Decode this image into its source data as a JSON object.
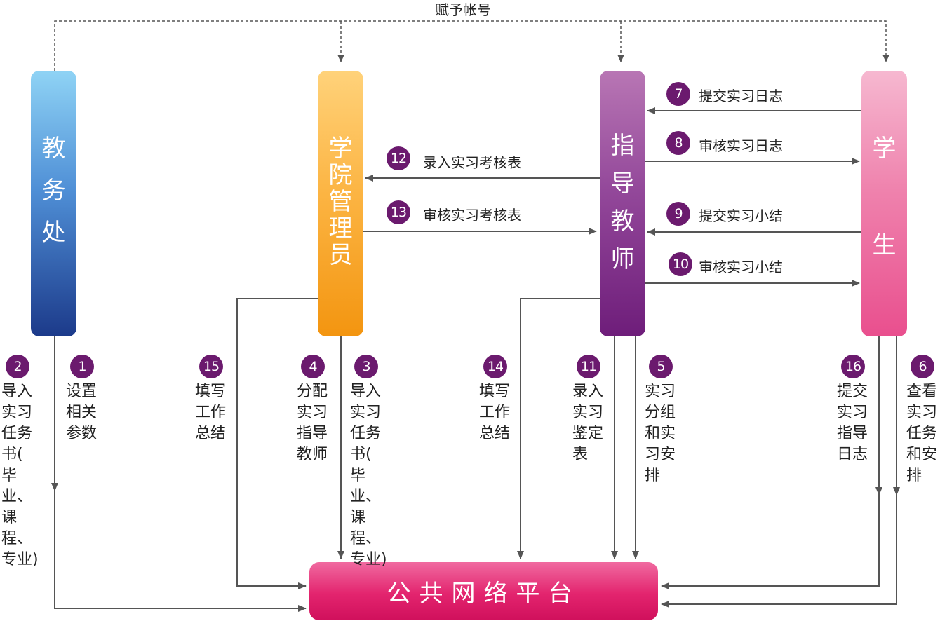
{
  "top_label": "赋予帐号",
  "actors": {
    "jwc": "教务处",
    "xy": "学院管理员",
    "js": "指导教师",
    "xs": "学生"
  },
  "platform": "公共网络平台",
  "steps": [
    {
      "num": "1",
      "text": "设置\n相关\n参数"
    },
    {
      "num": "2",
      "text": "导入\n实习\n任务\n书(\n毕业、\n课程、\n专业)"
    },
    {
      "num": "3",
      "text": "导入\n实习\n任务\n书(\n毕业、\n课程、\n专业)"
    },
    {
      "num": "4",
      "text": "分配\n实习\n指导\n教师"
    },
    {
      "num": "5",
      "text": "实习\n分组\n和实\n习安\n排"
    },
    {
      "num": "6",
      "text": "查看\n实习\n任务\n和安\n排"
    },
    {
      "num": "7",
      "text": "提交实习日志"
    },
    {
      "num": "8",
      "text": "审核实习日志"
    },
    {
      "num": "9",
      "text": "提交实习小结"
    },
    {
      "num": "10",
      "text": "审核实习小结"
    },
    {
      "num": "11",
      "text": "录入\n实习\n鉴定\n表"
    },
    {
      "num": "12",
      "text": "录入实习考核表"
    },
    {
      "num": "13",
      "text": "审核实习考核表"
    },
    {
      "num": "14",
      "text": "填写\n工作\n总结"
    },
    {
      "num": "15",
      "text": "填写\n工作\n总结"
    },
    {
      "num": "16",
      "text": "提交\n实习\n指导\n日志"
    }
  ]
}
